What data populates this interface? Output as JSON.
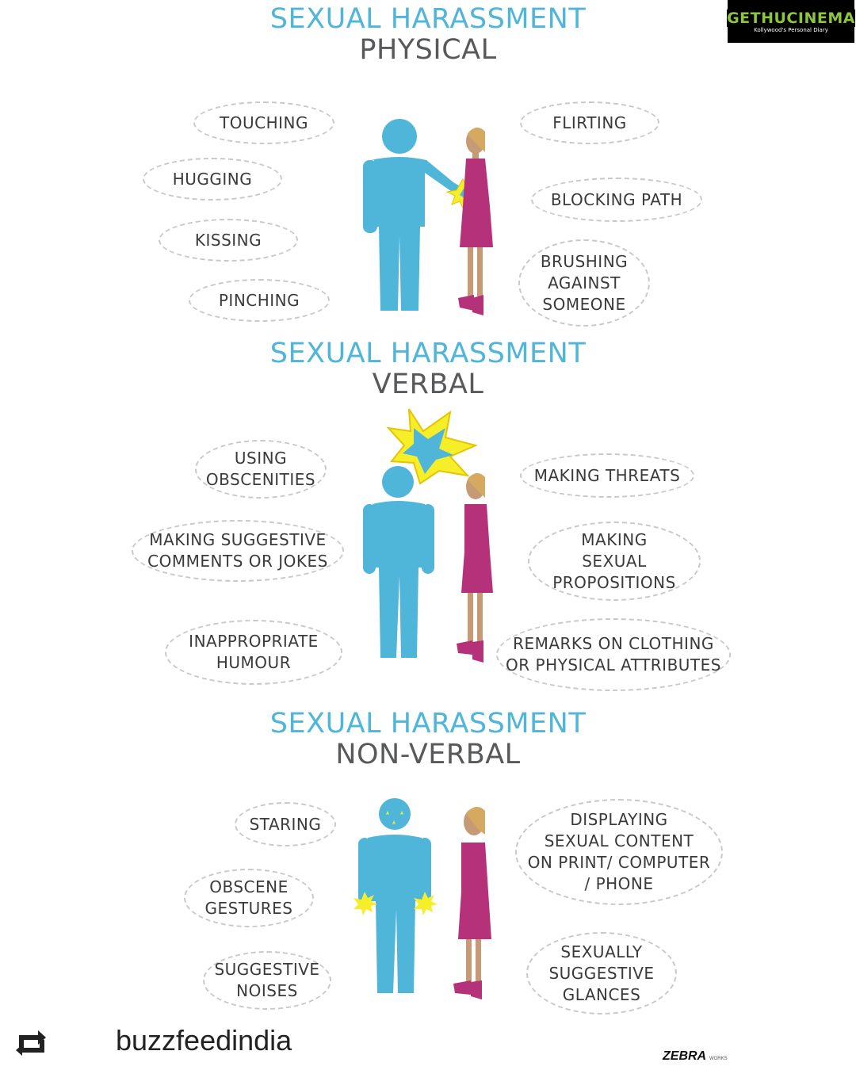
{
  "badge": {
    "name": "GETHUCINEMA",
    "tagline": "Kollywood's Personal Diary"
  },
  "sections": [
    {
      "title": "SEXUAL HARASSMENT",
      "subtitle": "PHYSICAL",
      "left": [
        "TOUCHING",
        "HUGGING",
        "KISSING",
        "PINCHING"
      ],
      "right": [
        "FLIRTING",
        "BLOCKING PATH",
        "BRUSHING\nAGAINST\nSOMEONE"
      ]
    },
    {
      "title": "SEXUAL HARASSMENT",
      "subtitle": "VERBAL",
      "left": [
        "USING\nOBSCENITIES",
        "MAKING SUGGESTIVE\nCOMMENTS OR JOKES",
        "INAPPROPRIATE\nHUMOUR"
      ],
      "right": [
        "MAKING THREATS",
        "MAKING\nSEXUAL\nPROPOSITIONS",
        "REMARKS ON CLOTHING\nOR PHYSICAL ATTRIBUTES"
      ]
    },
    {
      "title": "SEXUAL HARASSMENT",
      "subtitle": "NON-VERBAL",
      "left": [
        "STARING",
        "OBSCENE\nGESTURES",
        "SUGGESTIVE\nNOISES"
      ],
      "right": [
        "DISPLAYING\nSEXUAL CONTENT\nON PRINT/ COMPUTER\n/ PHONE",
        "SEXUALLY\nSUGGESTIVE\nGLANCES"
      ]
    }
  ],
  "repost": {
    "icon": "repost-icon",
    "username": "buzzfeedindia"
  },
  "credit": {
    "name": "ZEBRA",
    "suffix": "WORKS"
  },
  "colors": {
    "accent_blue": "#4fb5d9",
    "gray_text": "#58595b",
    "woman_dress": "#b5327a",
    "skin": "#c69a74"
  }
}
